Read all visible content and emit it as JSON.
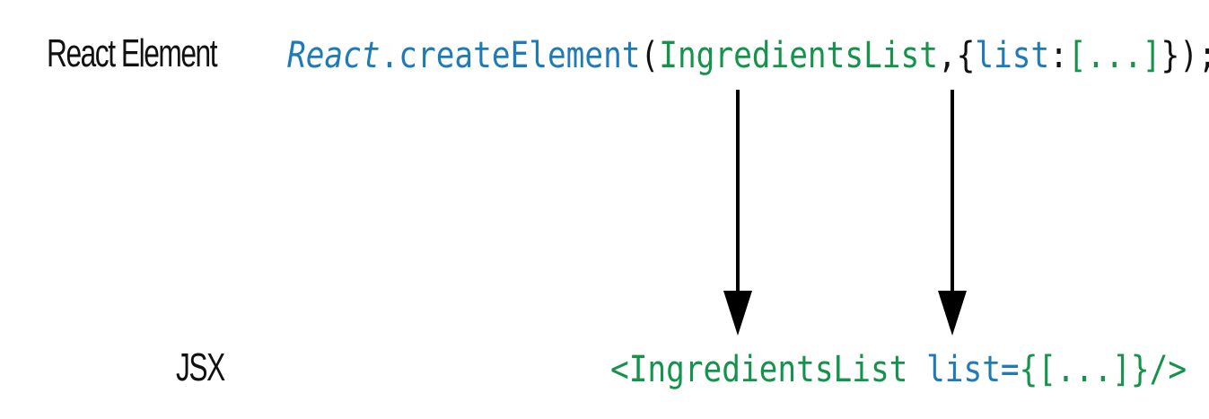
{
  "labels": {
    "react_element": "React Element",
    "jsx": "JSX"
  },
  "react_element_code": {
    "react": "React",
    "dot": ".",
    "method": "createElement",
    "open_paren": "(",
    "component": "IngredientsList",
    "comma": ",",
    "open_brace": "{",
    "prop": "list",
    "colon": ":",
    "value": "[...]",
    "close": "});"
  },
  "jsx_code": {
    "open_tag": "<IngredientsList",
    "space": " ",
    "prop": "list=",
    "value": "{[...]}",
    "close_tag": "/>"
  },
  "colors": {
    "blue": "#1f7bb8",
    "green": "#14934a",
    "text": "#111111"
  }
}
